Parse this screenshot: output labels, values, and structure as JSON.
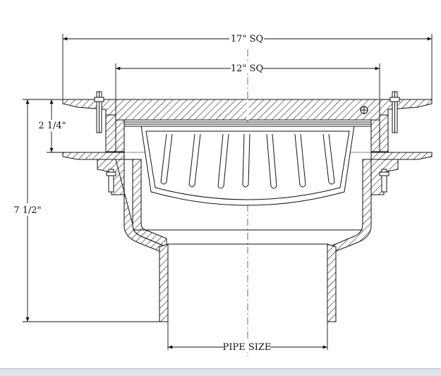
{
  "dimensions": {
    "overall_width": "17\" SQ",
    "grate_width": "12\" SQ",
    "overall_height": "7 1/2\"",
    "flange_height": "2 1/4\"",
    "outlet": "PIPE SIZE"
  },
  "colors": {
    "line": "#111111",
    "centerline": "#444444",
    "background": "#ffffff"
  }
}
